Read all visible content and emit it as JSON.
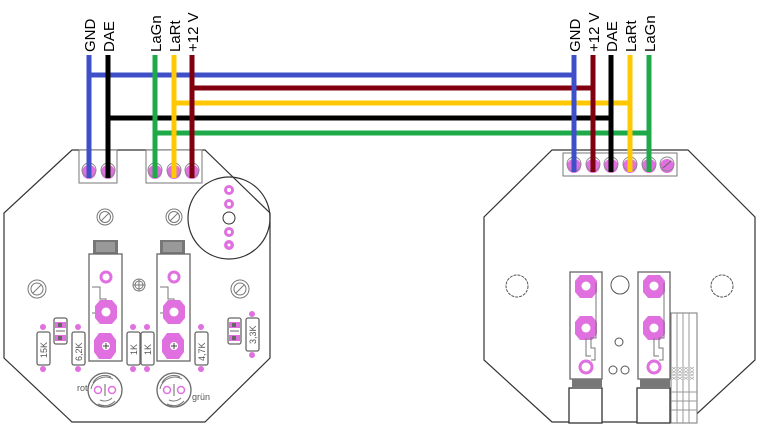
{
  "diagram": {
    "type": "wiring",
    "colors": {
      "GND": "#3f4fc8",
      "DAE": "#000000",
      "LaGn": "#1faa4a",
      "LaRt": "#ffc800",
      "+12 V": "#800010",
      "pad": "#e070e0"
    },
    "left_connector": {
      "labels": [
        "GND",
        "DAE",
        "LaGn",
        "LaRt",
        "+12 V"
      ]
    },
    "right_connector": {
      "labels": [
        "GND",
        "+12 V",
        "DAE",
        "LaRt",
        "LaGn"
      ]
    },
    "left_board": {
      "resistors": [
        "15K",
        "6,2K",
        "1K",
        "1K",
        "4,7K",
        "3,3K"
      ],
      "led_labels": [
        "rot",
        "grün"
      ]
    },
    "right_board": {
      "table_text": [
        "XXXX",
        "XXXX",
        "XXXX",
        "XXXX"
      ]
    }
  }
}
